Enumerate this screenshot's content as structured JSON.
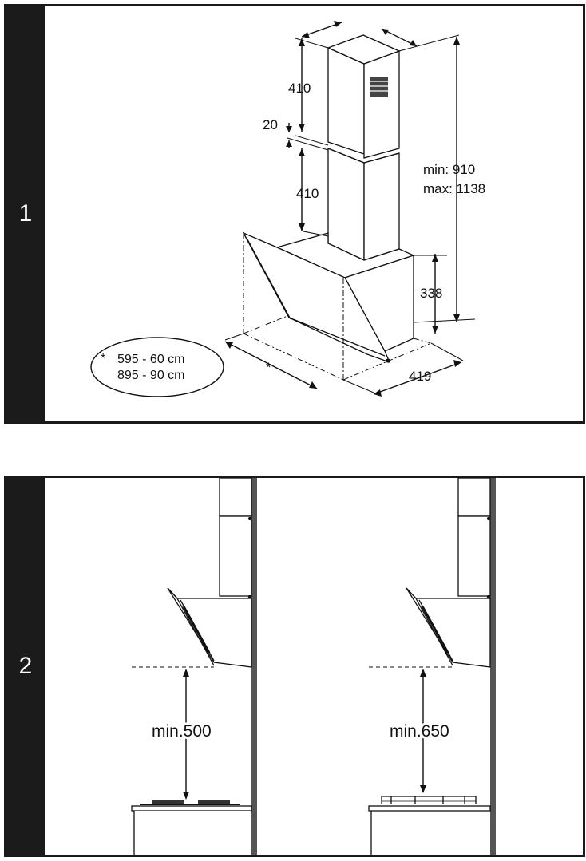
{
  "panel1": {
    "number": "1",
    "dims": {
      "chimney_upper": "410",
      "gap": "20",
      "chimney_lower": "410",
      "min_height": "min: 910",
      "max_height": "max: 1138",
      "body_height": "338",
      "depth": "419",
      "width_marker": "*"
    },
    "note": {
      "star": "*",
      "line1": "595 - 60 cm",
      "line2": "895 - 90 cm"
    }
  },
  "panel2": {
    "number": "2",
    "left": {
      "clearance": "min.500"
    },
    "right": {
      "clearance": "min.650"
    }
  }
}
